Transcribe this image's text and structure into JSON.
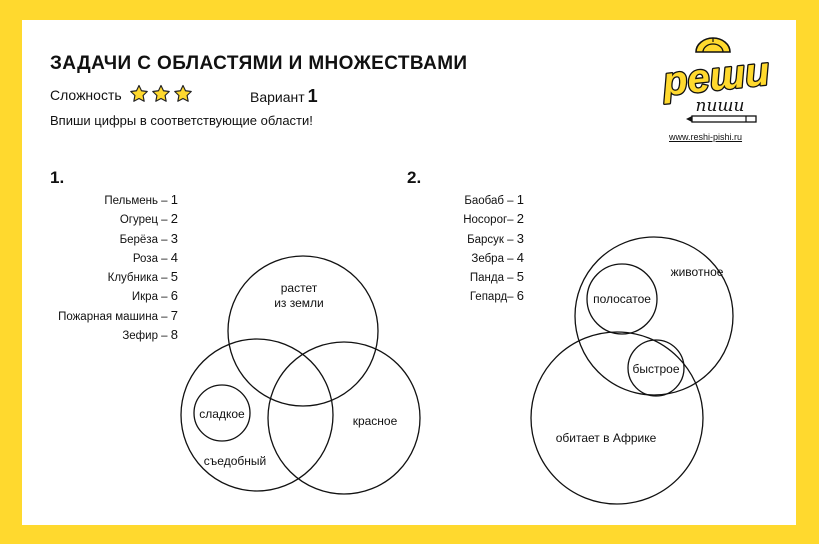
{
  "title": "ЗАДАЧИ С ОБЛАСТЯМИ И МНОЖЕСТВАМИ",
  "difficulty_label": "Сложность",
  "difficulty_stars": 3,
  "variant_label": "Вариант",
  "variant_number": "1",
  "instruction": "Впиши цифры в соответствующие области!",
  "logo": {
    "line1": "реши",
    "line2": "пиши"
  },
  "website": "www.reshi-pishi.ru",
  "task1": {
    "number": "1.",
    "items": [
      {
        "name": "Пельмень –",
        "n": "1"
      },
      {
        "name": "Огурец –",
        "n": "2"
      },
      {
        "name": "Берёза –",
        "n": "3"
      },
      {
        "name": "Роза –",
        "n": "4"
      },
      {
        "name": "Клубника –",
        "n": "5"
      },
      {
        "name": "Икра –",
        "n": "6"
      },
      {
        "name": "Пожарная машина –",
        "n": "7"
      },
      {
        "name": "Зефир –",
        "n": "8"
      }
    ],
    "sets": {
      "grows_line1": "растет",
      "grows_line2": "из земли",
      "sweet": "сладкое",
      "edible": "съедобный",
      "red": "красное"
    }
  },
  "task2": {
    "number": "2.",
    "items": [
      {
        "name": "Баобаб –",
        "n": "1"
      },
      {
        "name": "Носорог–",
        "n": "2"
      },
      {
        "name": "Барсук –",
        "n": "3"
      },
      {
        "name": "Зебра –",
        "n": "4"
      },
      {
        "name": "Панда –",
        "n": "5"
      },
      {
        "name": "Гепард–",
        "n": "6"
      }
    ],
    "sets": {
      "animal": "животное",
      "striped": "полосатое",
      "fast": "быстрое",
      "africa": "обитает в Африке"
    }
  },
  "colors": {
    "frame": "#FFD92E",
    "star": "#FFD92E"
  }
}
